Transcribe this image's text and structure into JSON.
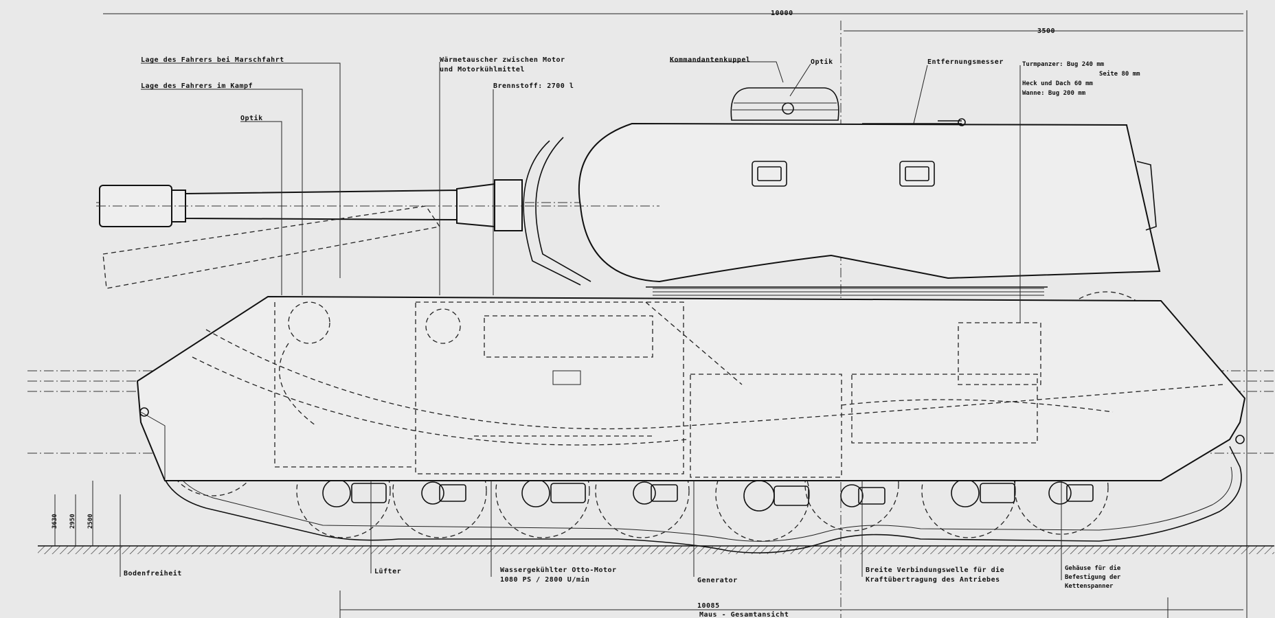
{
  "drawing": {
    "labels": {
      "driver_travel": "Lage des Fahrers bei Marschfahrt",
      "driver_combat": "Lage des Fahrers im Kampf",
      "optic_left": "Optik",
      "heat_exchanger_1": "Wärmetauscher zwischen Motor",
      "heat_exchanger_2": "und Motorkühlmittel",
      "fuel": "Brennstoff: 2700 l",
      "commander_cupola": "Kommandantenkuppel",
      "optic_top": "Optik",
      "rangefinder": "Entfernungsmesser",
      "dim_top": "10000",
      "dim_right": "3500",
      "armor_1": "Turmpanzer: Bug 240 mm",
      "armor_2": "Seite 80 mm",
      "armor_3": "Heck und Dach 60 mm",
      "armor_4": "Wanne: Bug 200 mm",
      "ground_clearance": "Bodenfreiheit",
      "fan": "Lüfter",
      "cooling": "Wassergekühlter Otto-Motor",
      "cooling_2": "1080 PS / 2800 U/min",
      "generator": "Generator",
      "gearbox_1": "Breite Verbindungswelle für die",
      "gearbox_2": "Kraftübertragung des Antriebes",
      "track_1": "Gehäuse für die",
      "track_2": "Befestigung der",
      "track_3": "Kettenspanner",
      "bottom_dim": "10085",
      "title": "Maus - Gesamtansicht",
      "side_dim_1": "3630",
      "side_dim_2": "2950",
      "side_dim_3": "2500"
    }
  }
}
